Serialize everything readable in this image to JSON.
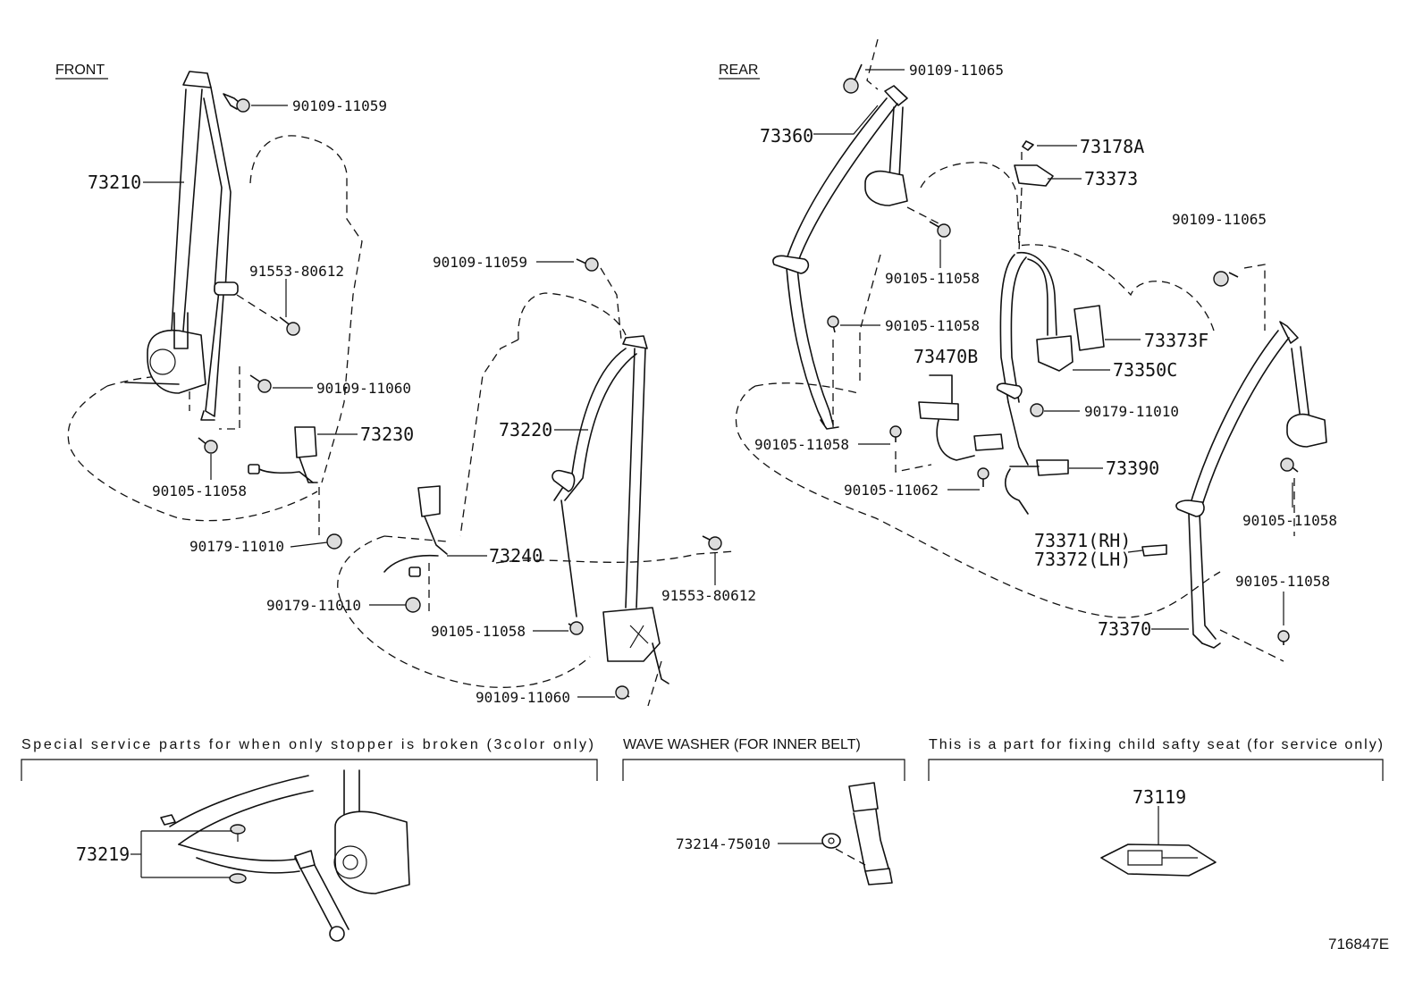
{
  "sections": {
    "front": "FRONT",
    "rear": "REAR"
  },
  "parts": {
    "p73210": "73210",
    "p90109_11059_a": "90109-11059",
    "p91553_80612_a": "91553-80612",
    "p90109_11060_a": "90109-11060",
    "p73230": "73230",
    "p90105_11058_a": "90105-11058",
    "p90179_11010_a": "90179-11010",
    "p90109_11059_b": "90109-11059",
    "p73220": "73220",
    "p73240": "73240",
    "p90179_11010_b": "90179-11010",
    "p91553_80612_b": "91553-80612",
    "p90105_11058_b": "90105-11058",
    "p90109_11060_b": "90109-11060",
    "p90109_11065_a": "90109-11065",
    "p73360": "73360",
    "p73178A": "73178A",
    "p73373": "73373",
    "p90105_11058_c": "90105-11058",
    "p90105_11058_d": "90105-11058",
    "p90109_11065_b": "90109-11065",
    "p73373F": "73373F",
    "p73470B": "73470B",
    "p73350C": "73350C",
    "p90179_11010_c": "90179-11010",
    "p90105_11058_e": "90105-11058",
    "p73390": "73390",
    "p90105_11062": "90105-11062",
    "p90105_11058_f": "90105-11058",
    "p73371": "73371(RH)",
    "p73372": "73372(LH)",
    "p90105_11058_g": "90105-11058",
    "p73370": "73370",
    "p73219": "73219",
    "p73214_75010": "73214-75010",
    "p73119": "73119"
  },
  "notes": {
    "stopper": "Special service parts for when only stopper is broken (3color only)",
    "washer": "WAVE WASHER (FOR INNER BELT)",
    "child": "This is a part for fixing child safty seat (for service only)"
  },
  "diagram_ref": "716847E"
}
